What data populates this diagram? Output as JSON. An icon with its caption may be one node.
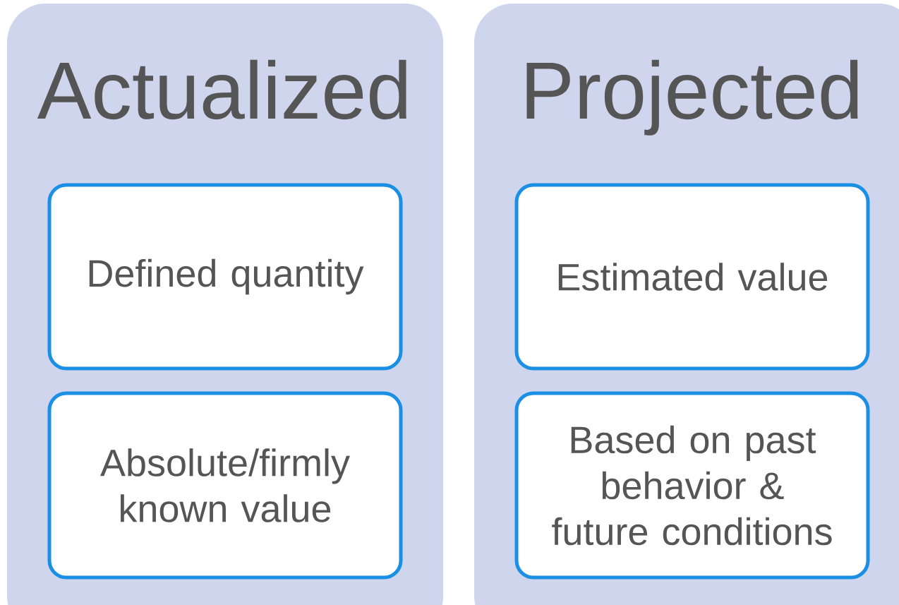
{
  "diagram": {
    "nodes": [
      {
        "text": [
          "Actualized"
        ]
      },
      {
        "text": [
          "Defined quantity"
        ],
        "in": 0
      },
      {
        "text": [
          "Absolute/firmly known value"
        ],
        "in": 0
      },
      {
        "text": [
          "Projected"
        ]
      },
      {
        "text": [
          "Estimated value"
        ],
        "in": 3
      },
      {
        "text": [
          "Based on past behavior & future conditions"
        ],
        "in": 3
      }
    ]
  }
}
